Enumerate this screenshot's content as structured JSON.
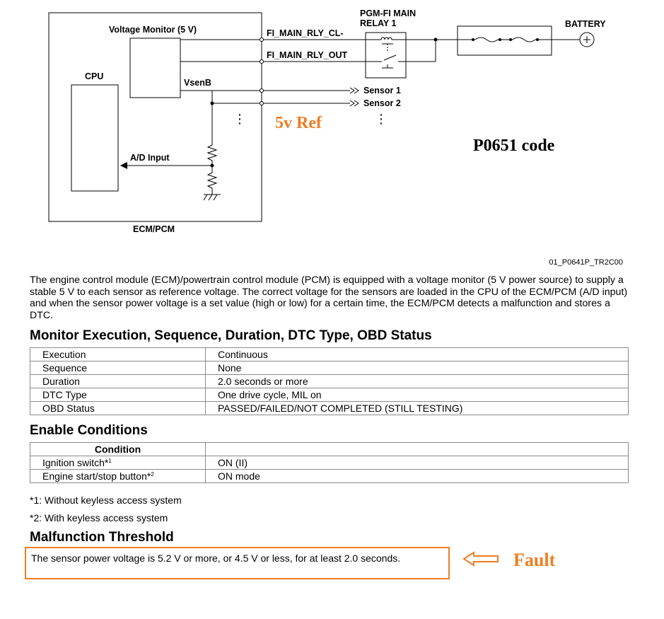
{
  "diagram": {
    "labels": {
      "voltage_monitor": "Voltage Monitor (5 V)",
      "cpu": "CPU",
      "vsenb": "VsenB",
      "ad_input": "A/D Input",
      "module": "ECM/PCM",
      "relay_line1": "PGM-FI MAIN",
      "relay_line2": "RELAY 1",
      "battery": "BATTERY",
      "wire_cl": "FI_MAIN_RLY_CL-",
      "wire_out": "FI_MAIN_RLY_OUT",
      "sensor1": "Sensor 1",
      "sensor2": "Sensor 2",
      "vertical_dots": "⋮"
    },
    "annotations": {
      "ref": "5v Ref",
      "code": "P0651 code",
      "fault": "Fault"
    },
    "colors": {
      "annotation": "#ef7d22",
      "line": "#000000"
    }
  },
  "figure_id": "01_P0641P_TR2C00",
  "intro": "The engine control module (ECM)/powertrain control module (PCM) is equipped with a voltage monitor (5 V power source) to supply a stable 5 V to each sensor as reference voltage. The correct voltage for the sensors are loaded in the CPU of the ECM/PCM (A/D input) and when the sensor power voltage is a set value (high or low) for a certain time, the ECM/PCM detects a malfunction and stores a DTC.",
  "monitor": {
    "heading": "Monitor Execution, Sequence, Duration, DTC Type, OBD Status",
    "rows": [
      [
        "Execution",
        "Continuous"
      ],
      [
        "Sequence",
        "None"
      ],
      [
        "Duration",
        "2.0 seconds or more"
      ],
      [
        "DTC Type",
        "One drive cycle, MIL on"
      ],
      [
        "OBD Status",
        "PASSED/FAILED/NOT COMPLETED (STILL TESTING)"
      ]
    ]
  },
  "enable": {
    "heading": "Enable Conditions",
    "col_header": "Condition",
    "rows": [
      {
        "label": "Ignition switch*",
        "sup": "1",
        "value": "ON (II)"
      },
      {
        "label": "Engine start/stop button*",
        "sup": "2",
        "value": "ON mode"
      }
    ]
  },
  "notes": [
    "*1: Without keyless access system",
    "*2: With keyless access system"
  ],
  "threshold": {
    "heading": "Malfunction Threshold",
    "text": "The sensor power voltage is 5.2 V or more, or 4.5 V or less, for at least 2.0 seconds."
  }
}
